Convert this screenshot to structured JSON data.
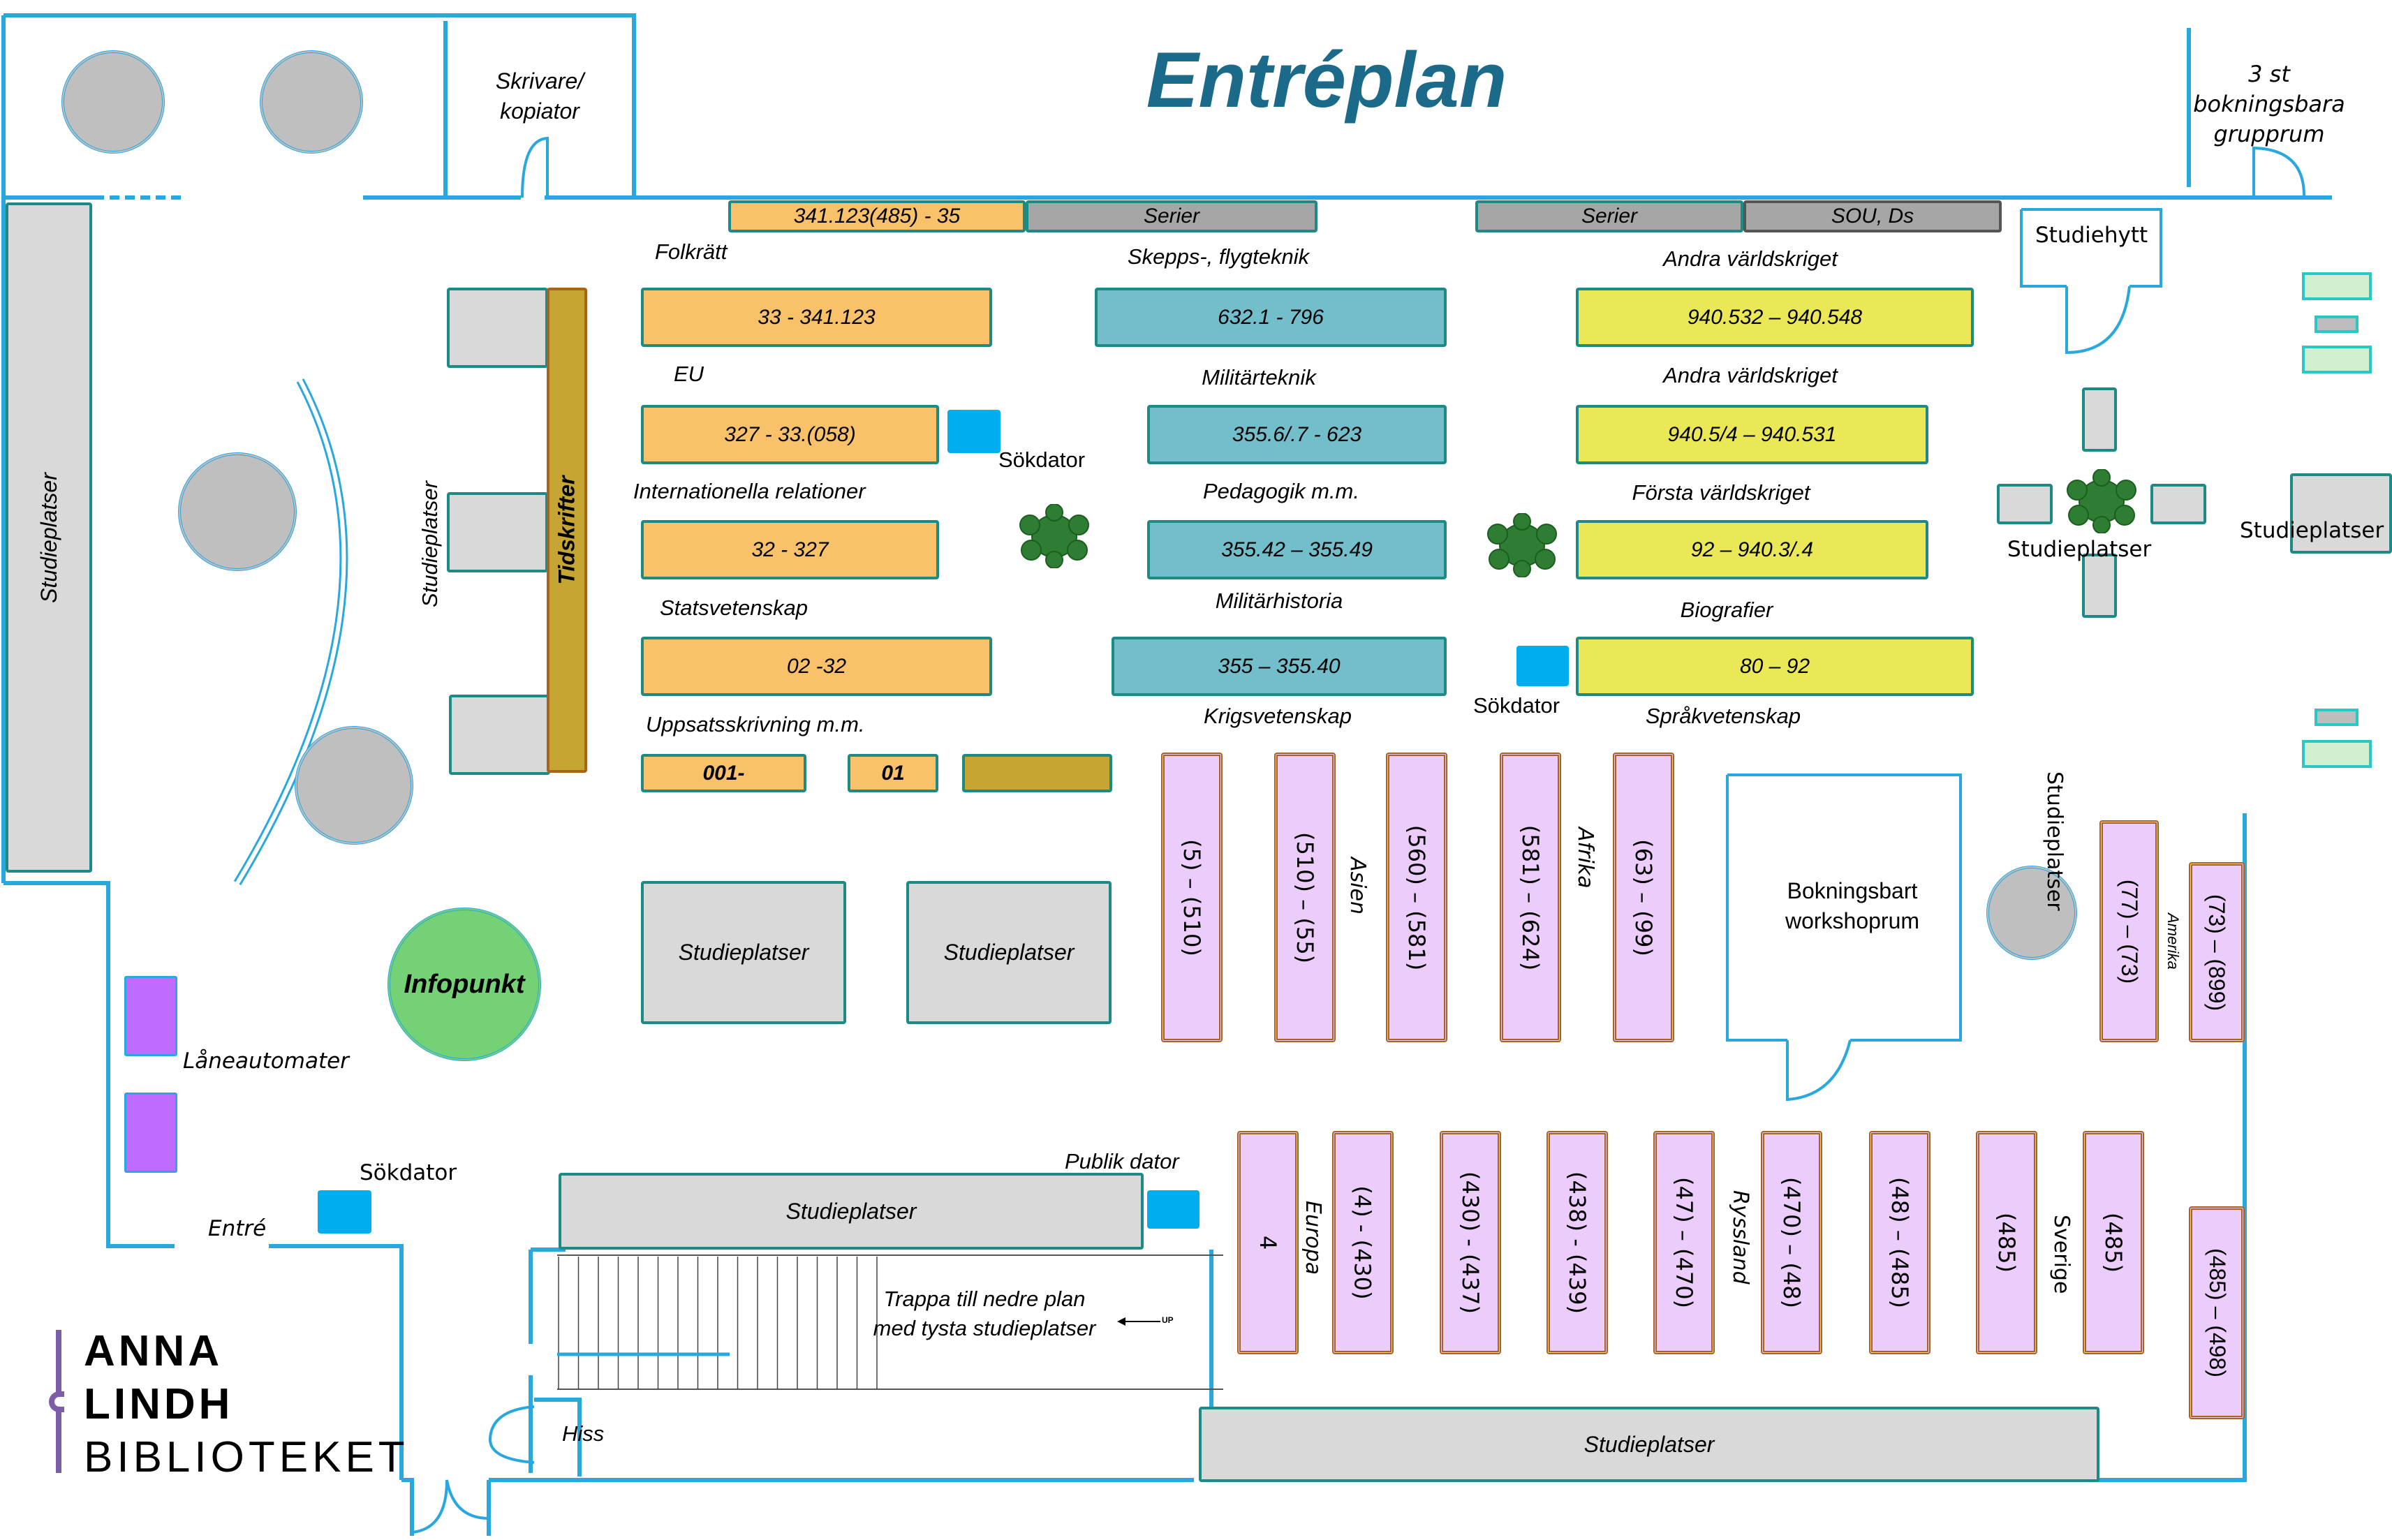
{
  "title": "Entréplan",
  "logo": {
    "line1": "ANNA",
    "line2": "LINDH",
    "line3": "BIBLIOTEKET"
  },
  "colors": {
    "wall": "#29a8e0",
    "title": "#1b6a8a",
    "shelf_social": "#f8c16a",
    "shelf_military": "#72bfcb",
    "shelf_history": "#eae857",
    "shelf_geography": "#ebccfa",
    "shelf_series": "#a6a6a6",
    "study_table": "#d9d9d9",
    "search_computer": "#00aeef",
    "loan_machine": "#c06bff",
    "info_point": "#75d175"
  },
  "rooms": {
    "printer": "Skrivare/\nkopiator",
    "group_rooms": [
      "3 st",
      "bokningsbara",
      "grupprum"
    ],
    "study_booth": "Studiehytt",
    "workshop": [
      "Bokningsbart",
      "workshoprum"
    ],
    "elevator": "Hiss",
    "entrance": "Entré",
    "stairs": [
      "Trappa till nedre plan",
      "med tysta studieplatser"
    ]
  },
  "top_shelves": [
    {
      "label": "341.123(485) - 35",
      "type": "orange"
    },
    {
      "label": "Serier",
      "type": "gray"
    },
    {
      "label": "Serier",
      "type": "gray"
    },
    {
      "label": "SOU, Ds",
      "type": "gray"
    }
  ],
  "subject_labels": {
    "folkratt": "Folkrätt",
    "eu": "EU",
    "intl": "Internationella relationer",
    "stats": "Statsvetenskap",
    "uppsats": "Uppsatsskrivning m.m.",
    "skepps": "Skepps-, flygteknik",
    "militarteknik": "Militärteknik",
    "pedagogik": "Pedagogik m.m.",
    "militarhistoria": "Militärhistoria",
    "krigsvetenskap": "Krigsvetenskap",
    "andra1": "Andra världskriget",
    "andra2": "Andra världskriget",
    "forsta": "Första världskriget",
    "biografier": "Biografier",
    "sprak": "Språkvetenskap",
    "tidskrifter": "Tidskrifter"
  },
  "shelves_left": [
    {
      "label": "33 - 341.123"
    },
    {
      "label": "327 - 33.(058)"
    },
    {
      "label": "32 - 327"
    },
    {
      "label": "02 -32"
    },
    {
      "label": "001-"
    },
    {
      "label": "01"
    }
  ],
  "shelves_middle": [
    {
      "label": "632.1 - 796"
    },
    {
      "label": "355.6/.7 - 623"
    },
    {
      "label": "355.42 – 355.49"
    },
    {
      "label": "355 – 355.40"
    }
  ],
  "shelves_right": [
    {
      "label": "940.532 – 940.548"
    },
    {
      "label": "940.5/4 – 940.531"
    },
    {
      "label": "92 – 940.3/.4"
    },
    {
      "label": "80 – 92"
    }
  ],
  "geo_upper": [
    {
      "label": "(5) – (510)"
    },
    {
      "label": "(510) – (55)"
    },
    {
      "label": "(560) – (581)"
    },
    {
      "label": "(581) – (624)"
    },
    {
      "label": "(63) – (99)"
    }
  ],
  "geo_upper_regions": {
    "asien": "Asien",
    "afrika": "Afrika"
  },
  "geo_america": [
    {
      "label": "(77) – (73)"
    },
    {
      "label": "(73) – (899)"
    },
    {
      "label": "(485) – (498)"
    }
  ],
  "geo_america_region": "Amerika",
  "geo_lower": [
    {
      "label": "4"
    },
    {
      "label": "(4) - (430)"
    },
    {
      "label": "(430) - (437)"
    },
    {
      "label": "(438) - (439)"
    },
    {
      "label": "(47) – (470)"
    },
    {
      "label": "(470) – (48)"
    },
    {
      "label": "(48) – (485)"
    },
    {
      "label": "(485)"
    },
    {
      "label": "(485)"
    }
  ],
  "geo_lower_regions": {
    "europa": "Europa",
    "ryssland": "Ryssland",
    "sverige": "Sverige"
  },
  "study_label": "Studieplatser",
  "search_computer_label": "Sökdator",
  "public_computer_label": "Publik dator",
  "loan_machines_label": "Låneautomater",
  "info_label": "Infopunkt",
  "stairs_up_label": "UP"
}
